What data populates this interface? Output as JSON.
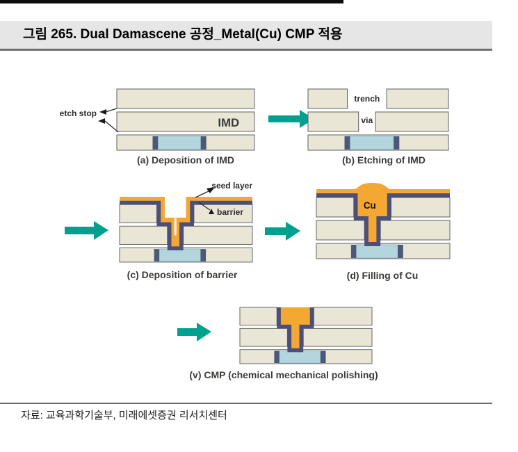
{
  "header": {
    "title": "그림 265. Dual Damascene 공정_Metal(Cu) CMP 적용"
  },
  "figure": {
    "panels": [
      {
        "id": "a",
        "caption": "(a) Deposition of IMD",
        "labels": {
          "etch_stop": "etch stop",
          "imd": "IMD"
        }
      },
      {
        "id": "b",
        "caption": "(b) Etching of IMD",
        "labels": {
          "trench": "trench",
          "via": "via"
        }
      },
      {
        "id": "c",
        "caption": "(c) Deposition of barrier",
        "labels": {
          "seed_layer": "seed layer",
          "barrier": "barrier"
        }
      },
      {
        "id": "d",
        "caption": "(d) Filling of Cu",
        "labels": {
          "cu": "Cu"
        }
      },
      {
        "id": "v",
        "caption": "(v) CMP (chemical mechanical polishing)"
      }
    ],
    "colors": {
      "imd_beige": "#eae6d6",
      "barrier_navy": "#4c5078",
      "copper_orange": "#f5a733",
      "metal_blue": "#b2d5de",
      "arrow_teal": "#00a08e",
      "outline_gray": "#5f5f5f",
      "header_band": "#e6e6e6"
    }
  },
  "source": {
    "text": "자료: 교육과학기술부, 미래에셋증권 리서치센터"
  }
}
